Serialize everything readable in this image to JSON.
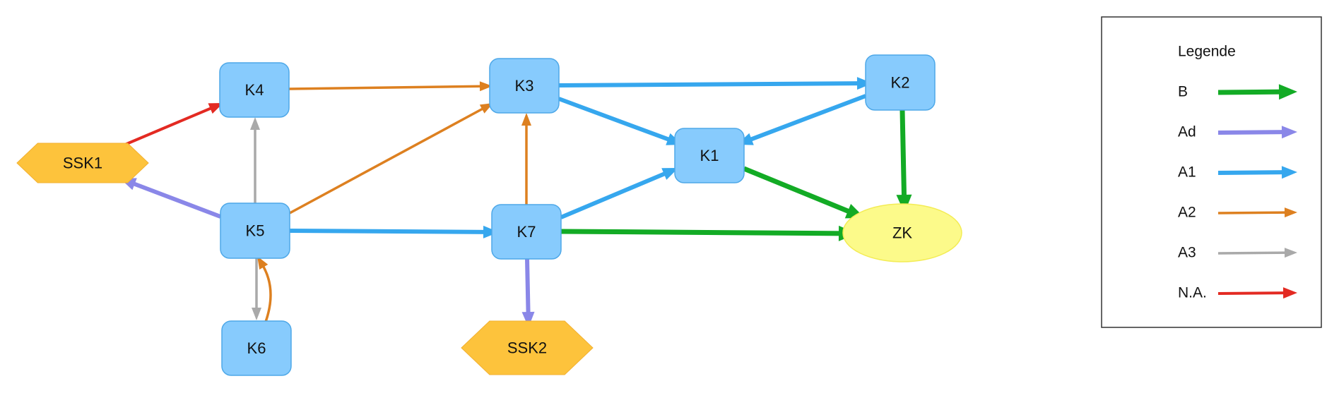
{
  "colors": {
    "B": "#13ab25",
    "Ad": "#8a87e8",
    "A1": "#36a7ee",
    "A2": "#dd8020",
    "A3": "#a9a9a9",
    "NA": "#e32a22",
    "node_fill": "#87cbfd",
    "node_stroke": "#4ea8e8",
    "ssk_fill": "#fdc33c",
    "ssk_stroke": "#f2b030",
    "zk_fill": "#fcfa8a",
    "zk_stroke": "#f3ec55"
  },
  "nodes": [
    {
      "id": "K4",
      "label": "K4",
      "shape": "rounded-rect"
    },
    {
      "id": "K3",
      "label": "K3",
      "shape": "rounded-rect"
    },
    {
      "id": "K2",
      "label": "K2",
      "shape": "rounded-rect"
    },
    {
      "id": "K1",
      "label": "K1",
      "shape": "rounded-rect"
    },
    {
      "id": "K5",
      "label": "K5",
      "shape": "rounded-rect"
    },
    {
      "id": "K7",
      "label": "K7",
      "shape": "rounded-rect"
    },
    {
      "id": "K6",
      "label": "K6",
      "shape": "rounded-rect"
    },
    {
      "id": "SSK1",
      "label": "SSK1",
      "shape": "hexagon"
    },
    {
      "id": "SSK2",
      "label": "SSK2",
      "shape": "hexagon"
    },
    {
      "id": "ZK",
      "label": "ZK",
      "shape": "ellipse"
    }
  ],
  "edges": [
    {
      "from": "SSK1",
      "to": "K4",
      "type": "NA"
    },
    {
      "from": "K5",
      "to": "SSK1",
      "type": "Ad"
    },
    {
      "from": "K5",
      "to": "K4",
      "type": "A3"
    },
    {
      "from": "K4",
      "to": "K3",
      "type": "A2"
    },
    {
      "from": "K5",
      "to": "K3",
      "type": "A2"
    },
    {
      "from": "K5",
      "to": "K7",
      "type": "A1"
    },
    {
      "from": "K5",
      "to": "K6",
      "type": "A3"
    },
    {
      "from": "K6",
      "to": "K5",
      "type": "A2"
    },
    {
      "from": "K7",
      "to": "K3",
      "type": "A2"
    },
    {
      "from": "K7",
      "to": "SSK2",
      "type": "Ad"
    },
    {
      "from": "K7",
      "to": "K1",
      "type": "A1"
    },
    {
      "from": "K7",
      "to": "ZK",
      "type": "B"
    },
    {
      "from": "K3",
      "to": "K2",
      "type": "A1"
    },
    {
      "from": "K3",
      "to": "K1",
      "type": "A1"
    },
    {
      "from": "K2",
      "to": "K1",
      "type": "A1"
    },
    {
      "from": "K1",
      "to": "ZK",
      "type": "B"
    },
    {
      "from": "K2",
      "to": "ZK",
      "type": "B"
    }
  ],
  "legend": {
    "title": "Legende",
    "items": [
      {
        "key": "B",
        "label": "B"
      },
      {
        "key": "Ad",
        "label": "Ad"
      },
      {
        "key": "A1",
        "label": "A1"
      },
      {
        "key": "A2",
        "label": "A2"
      },
      {
        "key": "A3",
        "label": "A3"
      },
      {
        "key": "NA",
        "label": "N.A."
      }
    ]
  }
}
